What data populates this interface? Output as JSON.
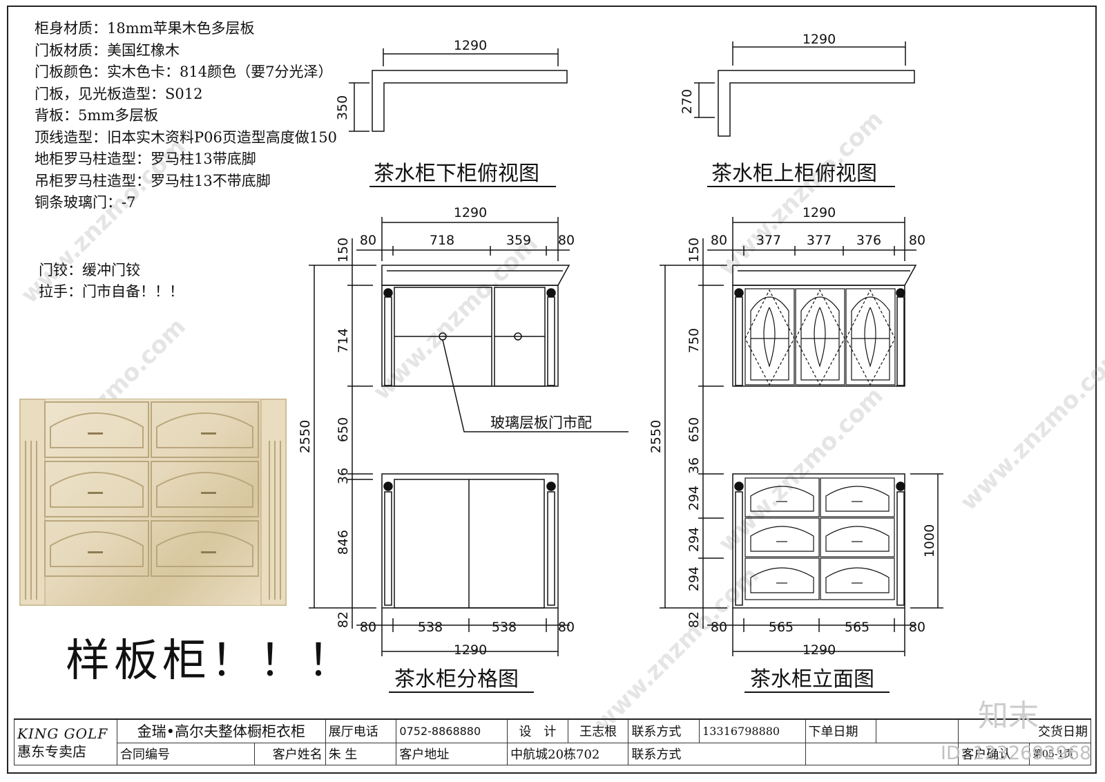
{
  "specs": [
    "柜身材质：18mm苹果木色多层板",
    "门板材质：美国红橡木",
    "门板颜色：实木色卡：814颜色（要7分光泽）",
    "门板，见光板造型：S012",
    "背板：5mm多层板",
    "顶线造型：旧本实木资料P06页造型高度做150",
    "地柜罗马柱造型：罗马柱13带底脚",
    "吊柜罗马柱造型：罗马柱13不带底脚",
    "铜条玻璃门：-7"
  ],
  "hardware": [
    "门铰：缓冲门铰",
    "拉手：门市自备！！！"
  ],
  "sample_label": "样板柜！！！",
  "titles": {
    "lower_top": "茶水柜下柜俯视图",
    "upper_top": "茶水柜上柜俯视图",
    "partition": "茶水柜分格图",
    "elevation": "茶水柜立面图"
  },
  "callout": "玻璃层板门市配",
  "dims": {
    "lower_top": {
      "width": "1290",
      "depth": "350"
    },
    "upper_top": {
      "width": "1290",
      "depth": "270"
    },
    "partition": {
      "top_width": "1290",
      "top_split": [
        "80",
        "718",
        "359",
        "80"
      ],
      "heights": [
        "150",
        "714",
        "650",
        "36",
        "846",
        "82"
      ],
      "total": "2550",
      "bottom_split": [
        "80",
        "538",
        "538",
        "80"
      ],
      "bottom_width": "1290"
    },
    "elevation": {
      "top_width": "1290",
      "top_split": [
        "80",
        "377",
        "377",
        "376",
        "80"
      ],
      "heights": [
        "150",
        "750",
        "650",
        "36",
        "294",
        "294",
        "294",
        "82"
      ],
      "total": "2550",
      "right_height": "1000",
      "bottom_split": [
        "80",
        "565",
        "565",
        "80"
      ],
      "bottom_width": "1290"
    }
  },
  "title_block": {
    "brand": "KING GOLF",
    "store": "惠东专卖店",
    "company": "金瑞•高尔夫整体橱柜衣柜",
    "showroom_phone_label": "展厅电话",
    "showroom_phone": "0752-8868880",
    "designer_label": "设　计",
    "designer": "王志根",
    "contact_label": "联系方式",
    "contact": "13316798880",
    "order_date_label": "下单日期",
    "delivery_date_label": "交货日期",
    "contract_label": "合同编号",
    "client_label": "客户姓名",
    "client": "朱 生",
    "address_label": "客户地址",
    "address": "中航城20栋702",
    "contact2_label": "联系方式",
    "confirm_label": "客户确认",
    "page": "第05-1页"
  },
  "watermark": "知末",
  "watermark_site": "www.znzmo.com",
  "image_id": "ID: 1232692968"
}
